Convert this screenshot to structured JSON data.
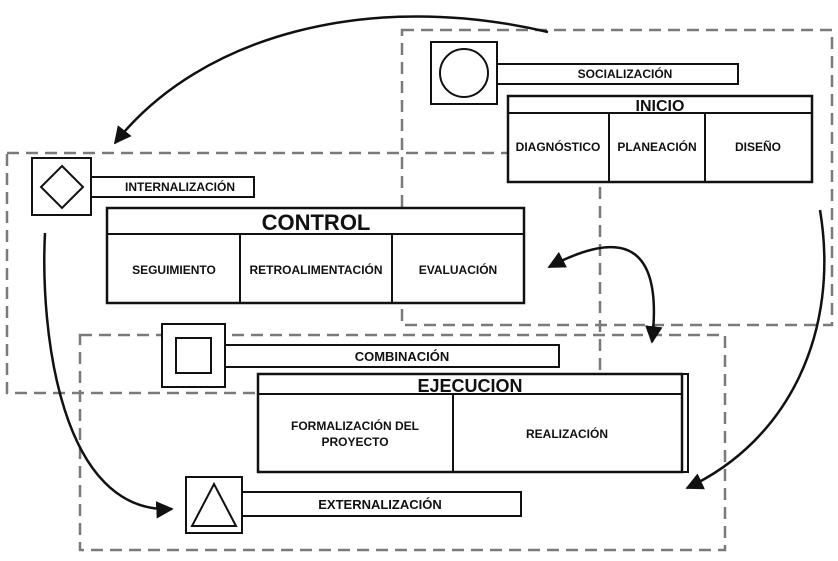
{
  "colors": {
    "stroke": "#111111",
    "dash": "#7a7a7a",
    "background": "#ffffff"
  },
  "socializacion": {
    "icon": "circle-icon",
    "label": "SOCIALIZACIÓN",
    "title": "INICIO",
    "cells": [
      "DIAGNÓSTICO",
      "PLANEACIÓN",
      "DISEÑO"
    ]
  },
  "internalizacion": {
    "icon": "diamond-icon",
    "label": "INTERNALIZACIÓN",
    "title": "CONTROL",
    "cells": [
      "SEGUIMIENTO",
      "RETROALIMENTACIÓN",
      "EVALUACIÓN"
    ]
  },
  "combinacion": {
    "icon": "square-icon",
    "label": "COMBINACIÓN",
    "title": "EJECUCION",
    "cells": [
      "FORMALIZACIÓN DEL",
      "PROYECTO",
      "REALIZACIÓN"
    ]
  },
  "externalizacion": {
    "icon": "triangle-icon",
    "label": "EXTERNALIZACIÓN"
  }
}
